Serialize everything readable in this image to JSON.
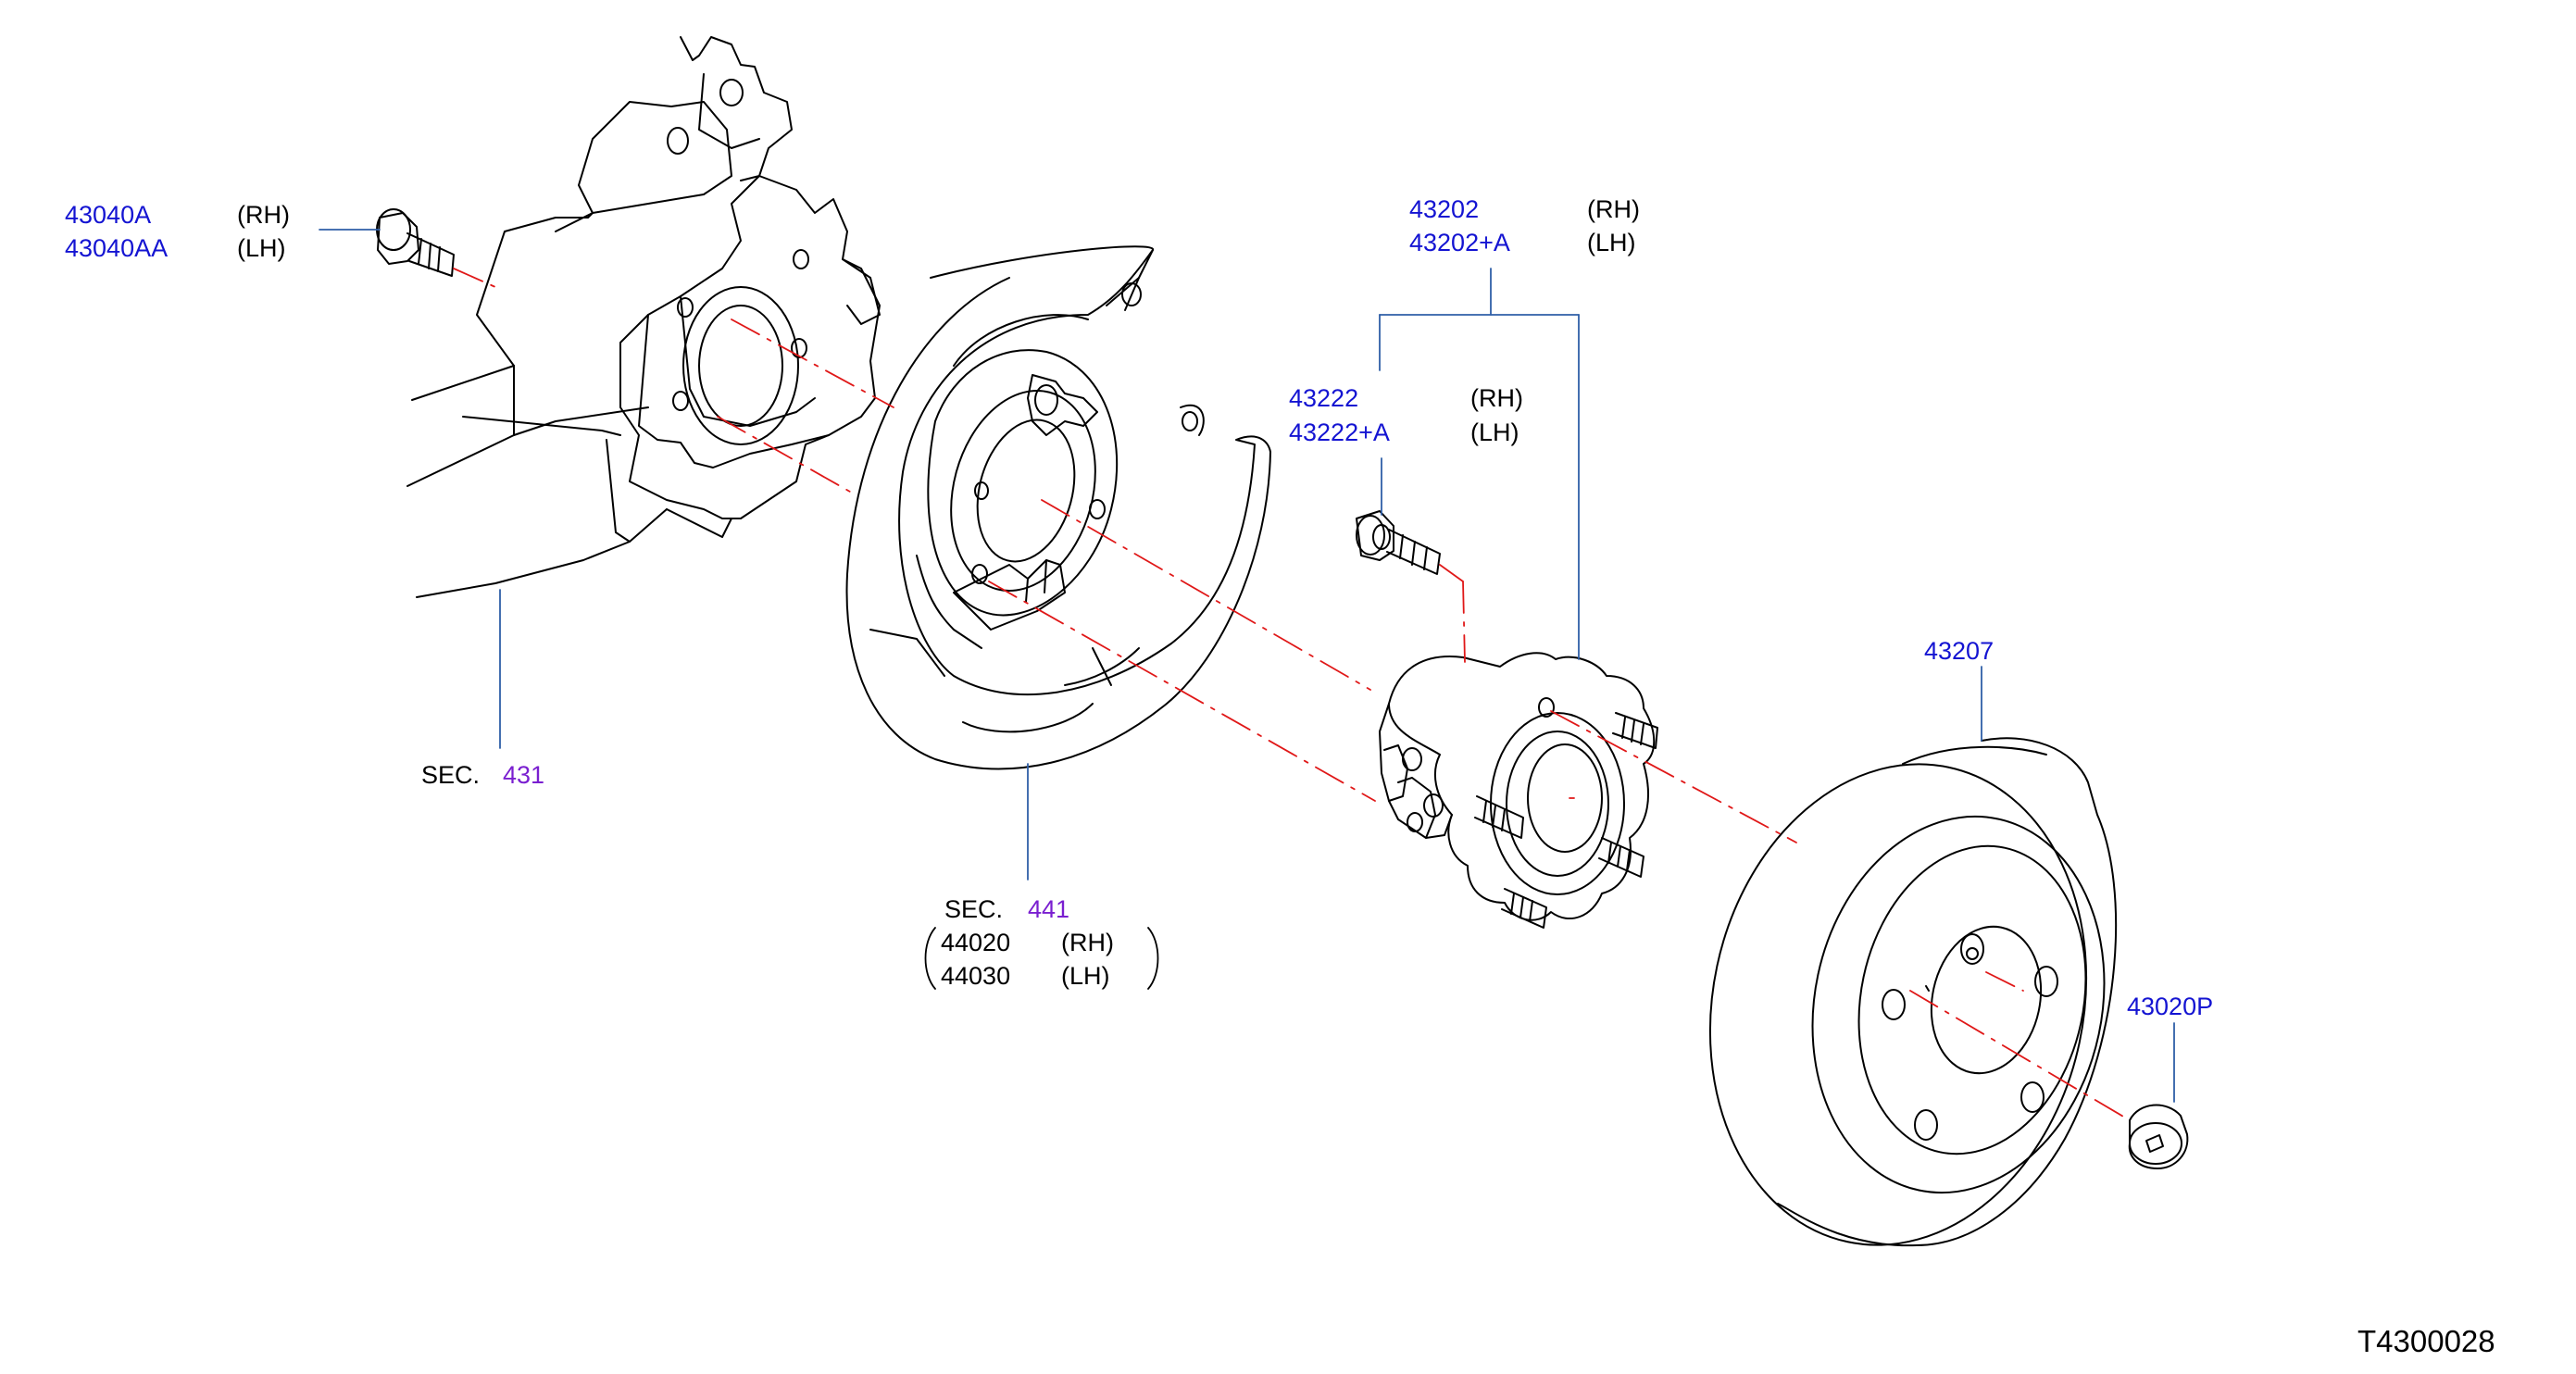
{
  "colors": {
    "part_number": "#1414d2",
    "section_ref": "#7a1fd0",
    "leader_line": "#2f5fa8",
    "center_line": "#e01818",
    "outline": "#000000"
  },
  "callouts": {
    "bolt_knuckle": {
      "pn_rh": "43040A",
      "pn_lh": "43040AA",
      "rh": "(RH)",
      "lh": "(LH)"
    },
    "hub_assembly": {
      "pn_rh": "43202",
      "pn_lh": "43202+A",
      "rh": "(RH)",
      "lh": "(LH)"
    },
    "hub_bolt": {
      "pn_rh": "43222",
      "pn_lh": "43222+A",
      "rh": "(RH)",
      "lh": "(LH)"
    },
    "rotor": {
      "pn": "43207"
    },
    "cap": {
      "pn": "43020P"
    },
    "sec_431": {
      "sec": "SEC.",
      "num": "431"
    },
    "sec_441": {
      "sec": "SEC.",
      "num": "441",
      "pn_rh": "44020",
      "pn_lh": "44030",
      "rh": "(RH)",
      "lh": "(LH)"
    }
  },
  "drawing_code": "T4300028"
}
